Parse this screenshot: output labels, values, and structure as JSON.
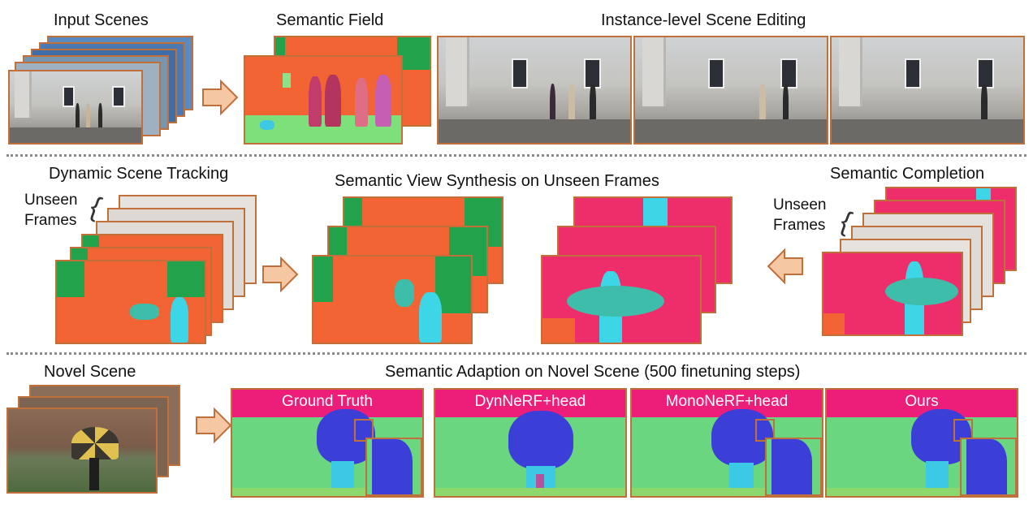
{
  "row1": {
    "input_scenes": "Input Scenes",
    "semantic_field": "Semantic Field",
    "instance_editing": "Instance-level Scene Editing"
  },
  "row2": {
    "dynamic_tracking": "Dynamic Scene Tracking",
    "view_synthesis": "Semantic View Synthesis on Unseen Frames",
    "completion": "Semantic Completion",
    "unseen_frames_left": "Unseen\nFrames",
    "unseen_frames_right": "Unseen\nFrames"
  },
  "row3": {
    "novel_scene": "Novel Scene",
    "adaption": "Semantic Adaption on Novel Scene (500 finetuning steps)",
    "panels": [
      {
        "title": "Ground Truth"
      },
      {
        "title": "DynNeRF+head"
      },
      {
        "title": "MonoNeRF+head"
      },
      {
        "title": "Ours"
      }
    ]
  },
  "colors": {
    "frame_border": "#c0703a",
    "arrow_fill": "#f6c7a3",
    "semantic_orange": "#f26433",
    "semantic_green": "#22a24a",
    "semantic_cyan": "#3dd6e6",
    "semantic_pink": "#ee2e6a",
    "panel_green": "#6ad780",
    "panel_blue": "#3b3fd8"
  }
}
